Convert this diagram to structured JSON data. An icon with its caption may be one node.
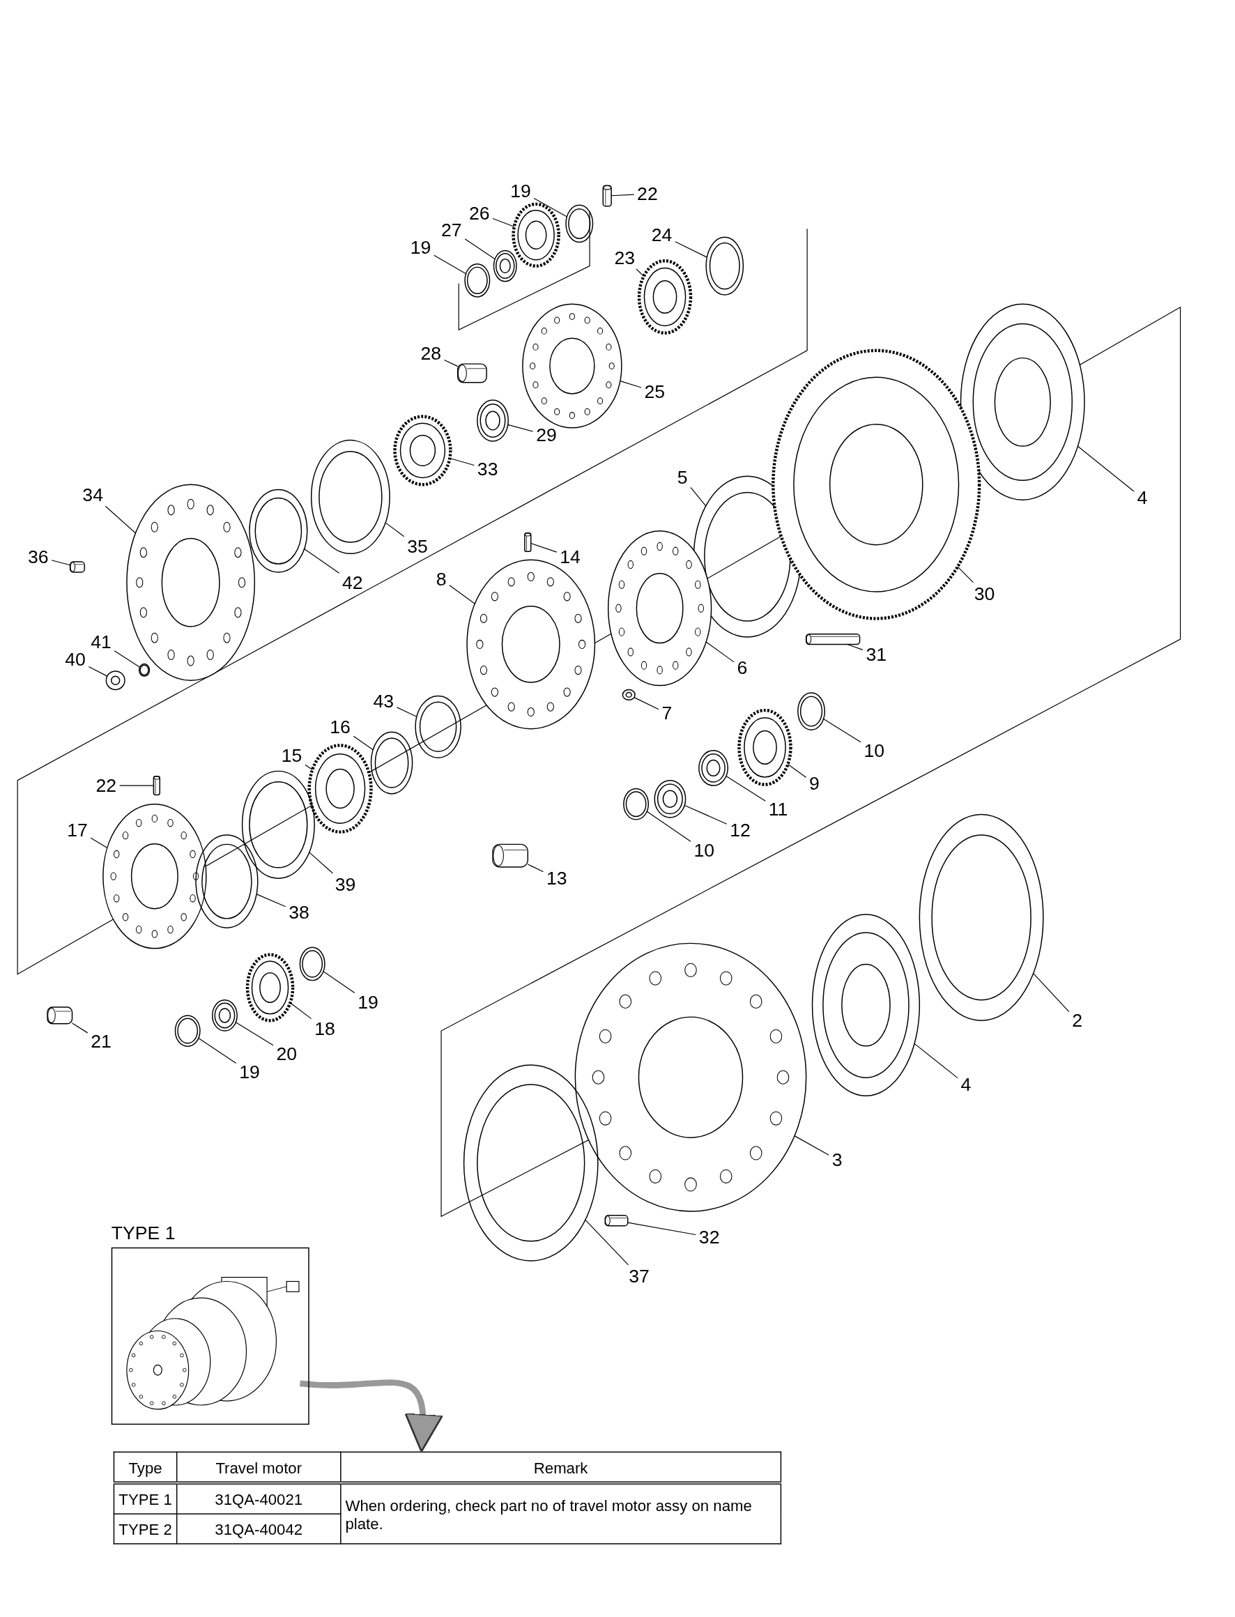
{
  "diagram": {
    "nodes": [
      {
        "text": [
          "19"
        ]
      },
      {
        "text": [],
        "shape": "picture"
      },
      {
        "text": [
          "22"
        ]
      },
      {
        "text": [],
        "shape": "picture"
      },
      {
        "text": [
          "26"
        ]
      },
      {
        "text": [],
        "shape": "picture"
      },
      {
        "text": [
          "27"
        ]
      },
      {
        "text": [],
        "shape": "picture"
      },
      {
        "text": [
          "19"
        ]
      },
      {
        "text": [],
        "shape": "picture"
      },
      {
        "text": [
          "24"
        ]
      },
      {
        "text": [],
        "shape": "picture"
      },
      {
        "text": [
          "23"
        ]
      },
      {
        "text": [],
        "shape": "picture"
      },
      {
        "text": [
          "28"
        ]
      },
      {
        "text": [],
        "shape": "picture"
      },
      {
        "text": [
          "25"
        ]
      },
      {
        "text": [],
        "shape": "picture"
      },
      {
        "text": [
          "29"
        ]
      },
      {
        "text": [],
        "shape": "picture"
      },
      {
        "text": [
          "33"
        ]
      },
      {
        "text": [],
        "shape": "picture"
      },
      {
        "text": [
          "4"
        ]
      },
      {
        "text": [],
        "shape": "picture"
      },
      {
        "text": [
          "5"
        ]
      },
      {
        "text": [],
        "shape": "picture"
      },
      {
        "text": [
          "34"
        ]
      },
      {
        "text": [],
        "shape": "picture"
      },
      {
        "text": [
          "35"
        ]
      },
      {
        "text": [],
        "shape": "picture"
      },
      {
        "text": [
          "36"
        ]
      },
      {
        "text": [],
        "shape": "picture"
      },
      {
        "text": [
          "42"
        ]
      },
      {
        "text": [],
        "shape": "picture"
      },
      {
        "text": [
          "14"
        ]
      },
      {
        "text": [],
        "shape": "picture"
      },
      {
        "text": [
          "8"
        ]
      },
      {
        "text": [],
        "shape": "picture"
      },
      {
        "text": [
          "30"
        ]
      },
      {
        "text": [],
        "shape": "picture"
      },
      {
        "text": [
          "6"
        ]
      },
      {
        "text": [],
        "shape": "picture"
      },
      {
        "text": [
          "31"
        ]
      },
      {
        "text": [],
        "shape": "picture"
      },
      {
        "text": [
          "41"
        ]
      },
      {
        "text": [],
        "shape": "picture"
      },
      {
        "text": [
          "40"
        ]
      },
      {
        "text": [],
        "shape": "picture"
      },
      {
        "text": [
          "7"
        ]
      },
      {
        "text": [],
        "shape": "picture"
      },
      {
        "text": [
          "43"
        ]
      },
      {
        "text": [],
        "shape": "picture"
      },
      {
        "text": [
          "16"
        ]
      },
      {
        "text": [],
        "shape": "picture"
      },
      {
        "text": [
          "10"
        ]
      },
      {
        "text": [],
        "shape": "picture"
      },
      {
        "text": [
          "15"
        ]
      },
      {
        "text": [],
        "shape": "picture"
      },
      {
        "text": [
          "22"
        ]
      },
      {
        "text": [],
        "shape": "picture"
      },
      {
        "text": [
          "9"
        ]
      },
      {
        "text": [],
        "shape": "picture"
      },
      {
        "text": [
          "11"
        ]
      },
      {
        "text": [],
        "shape": "picture"
      },
      {
        "text": [
          "17"
        ]
      },
      {
        "text": [],
        "shape": "picture"
      },
      {
        "text": [
          "12"
        ]
      },
      {
        "text": [],
        "shape": "picture"
      },
      {
        "text": [
          "10"
        ]
      },
      {
        "text": [],
        "shape": "picture"
      },
      {
        "text": [
          "39"
        ]
      },
      {
        "text": [],
        "shape": "picture"
      },
      {
        "text": [
          "13"
        ]
      },
      {
        "text": [],
        "shape": "picture"
      },
      {
        "text": [
          "38"
        ]
      },
      {
        "text": [],
        "shape": "picture"
      },
      {
        "text": [
          "19"
        ]
      },
      {
        "text": [],
        "shape": "picture"
      },
      {
        "text": [
          "2"
        ]
      },
      {
        "text": [],
        "shape": "picture"
      },
      {
        "text": [
          "18"
        ]
      },
      {
        "text": [],
        "shape": "picture"
      },
      {
        "text": [
          "21"
        ]
      },
      {
        "text": [],
        "shape": "picture"
      },
      {
        "text": [
          "20"
        ]
      },
      {
        "text": [],
        "shape": "picture"
      },
      {
        "text": [
          "19"
        ]
      },
      {
        "text": [],
        "shape": "picture"
      },
      {
        "text": [
          "4"
        ]
      },
      {
        "text": [],
        "shape": "picture"
      },
      {
        "text": [
          "3"
        ]
      },
      {
        "text": [],
        "shape": "picture"
      },
      {
        "text": [
          "32"
        ]
      },
      {
        "text": [],
        "shape": "picture"
      },
      {
        "text": [
          "37"
        ]
      },
      {
        "text": [],
        "shape": "picture"
      },
      {
        "text": [
          "TYPE 1"
        ]
      },
      {
        "text": [],
        "shape": "picture",
        "in": 96
      }
    ],
    "edges": [
      {
        "from": 0,
        "to": 1,
        "arrow": "none"
      },
      {
        "from": 2,
        "to": 3,
        "arrow": "none"
      },
      {
        "from": 4,
        "to": 5,
        "arrow": "none"
      },
      {
        "from": 6,
        "to": 7,
        "arrow": "none"
      },
      {
        "from": 8,
        "to": 9,
        "arrow": "none"
      },
      {
        "from": 10,
        "to": 11,
        "arrow": "none"
      },
      {
        "from": 12,
        "to": 13,
        "arrow": "none"
      },
      {
        "from": 14,
        "to": 15,
        "arrow": "none"
      },
      {
        "from": 16,
        "to": 17,
        "arrow": "none"
      },
      {
        "from": 18,
        "to": 19,
        "arrow": "none"
      },
      {
        "from": 20,
        "to": 21,
        "arrow": "none"
      },
      {
        "from": 22,
        "to": 23,
        "arrow": "none"
      },
      {
        "from": 24,
        "to": 25,
        "arrow": "none"
      },
      {
        "from": 26,
        "to": 27,
        "arrow": "none"
      },
      {
        "from": 28,
        "to": 29,
        "arrow": "none"
      },
      {
        "from": 30,
        "to": 31,
        "arrow": "none"
      },
      {
        "from": 32,
        "to": 33,
        "arrow": "none"
      },
      {
        "from": 34,
        "to": 35,
        "arrow": "none"
      },
      {
        "from": 36,
        "to": 37,
        "arrow": "none"
      },
      {
        "from": 38,
        "to": 39,
        "arrow": "none"
      },
      {
        "from": 40,
        "to": 41,
        "arrow": "none"
      },
      {
        "from": 42,
        "to": 43,
        "arrow": "none"
      },
      {
        "from": 44,
        "to": 45,
        "arrow": "none"
      },
      {
        "from": 46,
        "to": 47,
        "arrow": "none"
      },
      {
        "from": 48,
        "to": 49,
        "arrow": "none"
      },
      {
        "from": 50,
        "to": 51,
        "arrow": "none"
      },
      {
        "from": 52,
        "to": 53,
        "arrow": "none"
      },
      {
        "from": 54,
        "to": 55,
        "arrow": "none"
      },
      {
        "from": 56,
        "to": 57,
        "arrow": "none"
      },
      {
        "from": 58,
        "to": 59,
        "arrow": "none"
      },
      {
        "from": 60,
        "to": 61,
        "arrow": "none"
      },
      {
        "from": 62,
        "to": 63,
        "arrow": "none"
      },
      {
        "from": 64,
        "to": 65,
        "arrow": "none"
      },
      {
        "from": 66,
        "to": 67,
        "arrow": "none"
      },
      {
        "from": 68,
        "to": 69,
        "arrow": "none"
      },
      {
        "from": 70,
        "to": 71,
        "arrow": "none"
      },
      {
        "from": 72,
        "to": 73,
        "arrow": "none"
      },
      {
        "from": 74,
        "to": 75,
        "arrow": "none"
      },
      {
        "from": 76,
        "to": 77,
        "arrow": "none"
      },
      {
        "from": 78,
        "to": 79,
        "arrow": "none"
      },
      {
        "from": 80,
        "to": 81,
        "arrow": "none"
      },
      {
        "from": 82,
        "to": 83,
        "arrow": "none"
      },
      {
        "from": 84,
        "to": 85,
        "arrow": "none"
      },
      {
        "from": 86,
        "to": 87,
        "arrow": "none"
      },
      {
        "from": 88,
        "to": 89,
        "arrow": "none"
      },
      {
        "from": 90,
        "to": 91,
        "arrow": "none"
      },
      {
        "from": 92,
        "to": 93,
        "arrow": "none"
      },
      {
        "from": 94,
        "to": 95,
        "arrow": "none"
      },
      {
        "from": 97,
        "to": null,
        "arrow": "to",
        "style": "thick",
        "color": "#999999"
      }
    ],
    "labels": [
      "Type",
      "Travel motor",
      "Remark",
      "TYPE 1",
      "31QA-40021",
      "When ordering, check part no of travel motor assy on name plate.",
      "TYPE 2",
      "31QA-40042"
    ]
  }
}
